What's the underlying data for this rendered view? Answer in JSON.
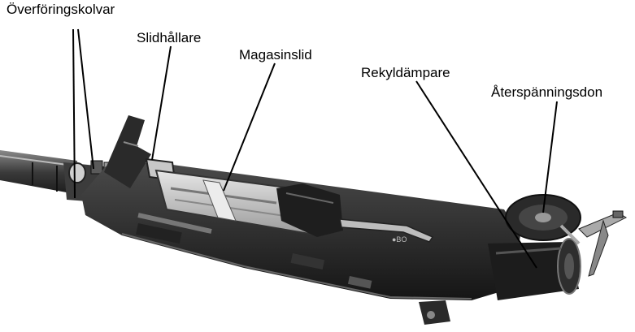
{
  "labels": {
    "overforingskolvar": "Överföringskolvar",
    "slidhallare": "Slidhållare",
    "magasinslid": "Magasinslid",
    "rekyldampare": "Rekyldämpare",
    "aterspanningsdon": "Återspänningsdon"
  },
  "colors": {
    "background": "#ffffff",
    "label_text": "#000000",
    "leader_line": "#000000",
    "metal_dark": "#2a2a2a"
  }
}
